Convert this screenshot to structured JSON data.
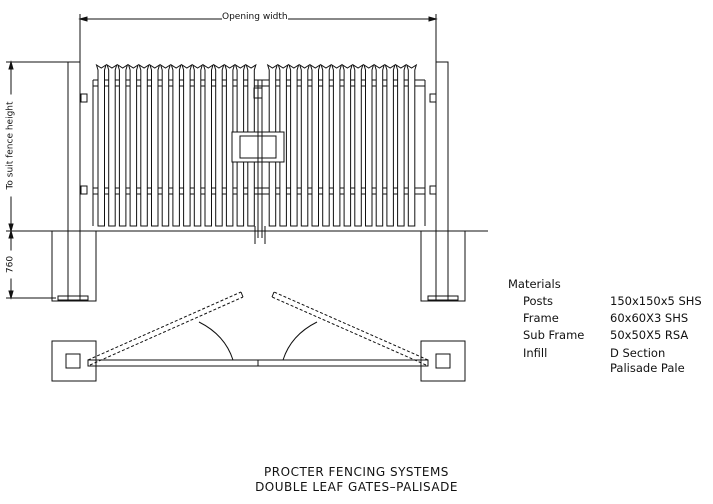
{
  "dimensions": {
    "opening_width": "Opening width",
    "fence_height": "To suit fence height",
    "foundation_depth": "760"
  },
  "materials": {
    "heading": "Materials",
    "items": [
      {
        "label": "Posts",
        "value": "150x150x5 SHS"
      },
      {
        "label": "Frame",
        "value": "60x60X3 SHS"
      },
      {
        "label": "Sub Frame",
        "value": "50x50X5 RSA"
      },
      {
        "label": "Infill",
        "value": "D Section",
        "value2": "Palisade Pale"
      }
    ]
  },
  "title": {
    "line1": "PROCTER FENCING SYSTEMS",
    "line2": "DOUBLE LEAF GATES–PALISADE"
  },
  "colors": {
    "line": "#111111",
    "background": "#ffffff"
  }
}
